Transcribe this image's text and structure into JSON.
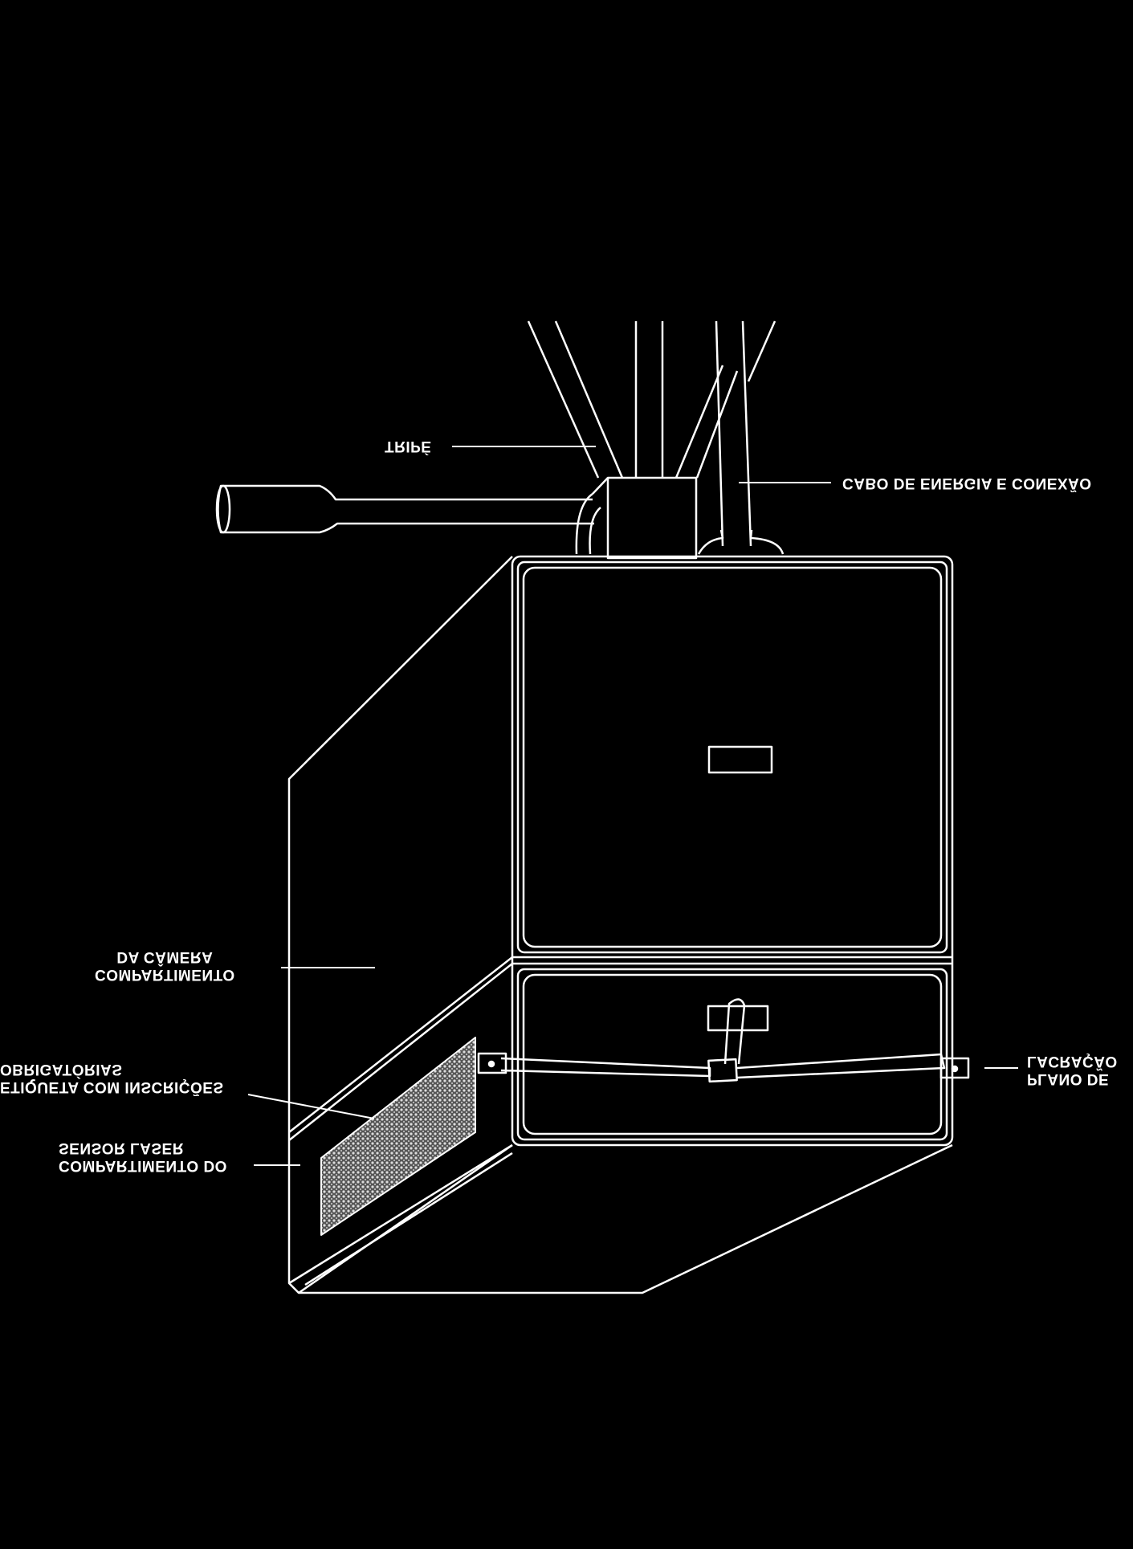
{
  "labels": {
    "tripe": "TRIPÉ",
    "cabo": "CABO DE ENERGIA E CONEXÃO",
    "comp_camera_line1": "COMPARTIMENTO",
    "comp_camera_line2": "DA CÂMERA",
    "etiqueta_line1": "ETIQUETA COM INSCRIÇÕES",
    "etiqueta_line2": "OBRIGATÓRIAS",
    "comp_laser_line1": "COMPARTIMENTO DO",
    "comp_laser_line2": "SENSOR LASER",
    "plano_line1": "PLANO DE",
    "plano_line2": "LACRAÇÃO"
  },
  "colors": {
    "background": "#000000",
    "line": "#ffffff",
    "label_hatch": "#9a9a9a"
  }
}
